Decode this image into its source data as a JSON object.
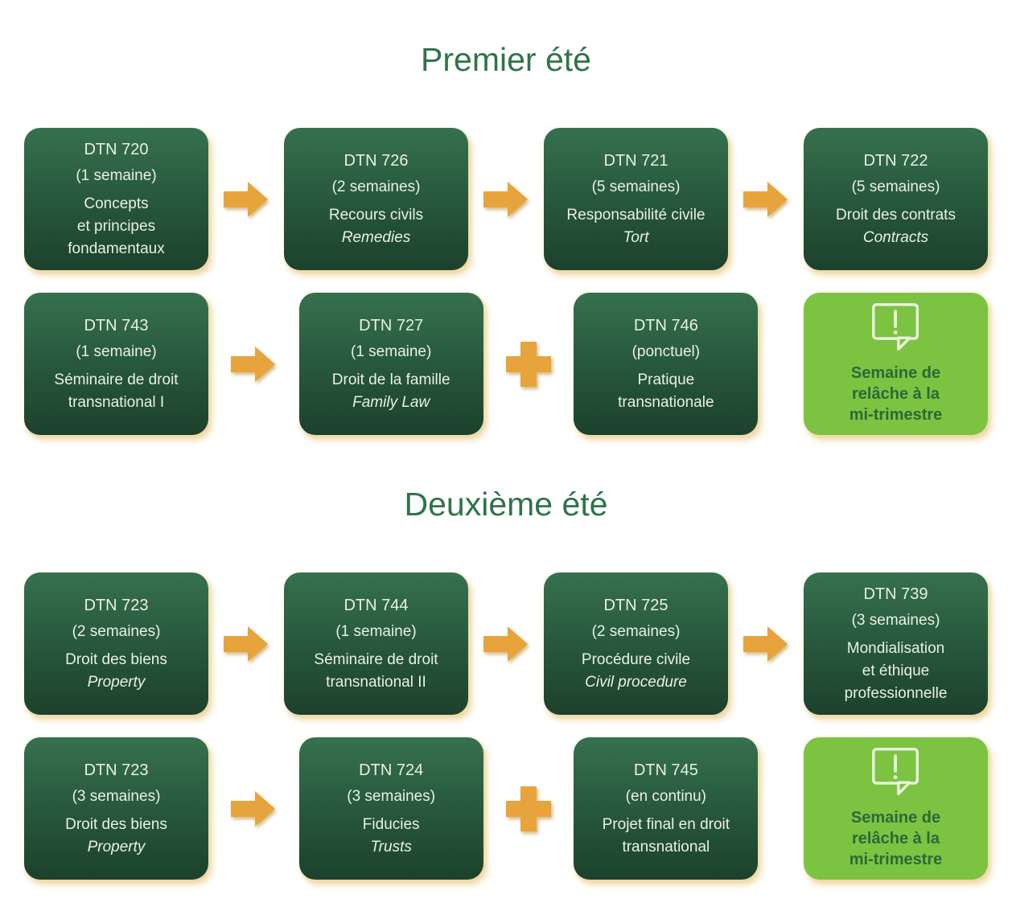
{
  "colors": {
    "title_green": "#2E7448",
    "box_grad_top": "#36714E",
    "box_grad_mid": "#27573C",
    "box_grad_bottom": "#1C412C",
    "box_text": "#E9F0E4",
    "accent": "#E7A43C",
    "break_bg": "#7CC342",
    "break_text": "#2B6939",
    "icon_stroke": "#EAF4DF",
    "shadow": "#EFD9A6"
  },
  "icons": {
    "connector_arrow": "arrow-right",
    "connector_plus": "plus",
    "break_alert": "exclamation-speech-bubble"
  },
  "sections": [
    {
      "title": "Premier été",
      "rows": [
        {
          "connectors": [
            "arrow",
            "arrow",
            "arrow"
          ],
          "cells": [
            {
              "type": "course",
              "code": "DTN 720",
              "duration": "(1 semaine)",
              "line1": "Concepts",
              "line2": "et principes",
              "line3": "fondamentaux"
            },
            {
              "type": "course",
              "code": "DTN 726",
              "duration": "(2 semaines)",
              "line1": "Recours civils",
              "italic": "Remedies"
            },
            {
              "type": "course",
              "code": "DTN 721",
              "duration": "(5 semaines)",
              "line1": "Responsabilité civile",
              "italic": "Tort"
            },
            {
              "type": "course",
              "code": "DTN 722",
              "duration": "(5 semaines)",
              "line1": "Droit des contrats",
              "italic": "Contracts"
            }
          ]
        },
        {
          "connectors": [
            "arrow",
            "plus",
            "none"
          ],
          "cells": [
            {
              "type": "course",
              "code": "DTN 743",
              "duration": "(1 semaine)",
              "line1": "Séminaire de droit",
              "line2": "transnational I"
            },
            {
              "type": "course",
              "code": "DTN 727",
              "duration": "(1 semaine)",
              "line1": "Droit de la famille",
              "italic": "Family Law"
            },
            {
              "type": "course",
              "code": "DTN 746",
              "duration": "(ponctuel)",
              "line1": "Pratique",
              "line2": "transnationale"
            },
            {
              "type": "break",
              "line1": "Semaine de",
              "line2": "relâche à la",
              "line3": "mi-trimestre"
            }
          ]
        }
      ]
    },
    {
      "title": "Deuxième été",
      "rows": [
        {
          "connectors": [
            "arrow",
            "arrow",
            "arrow"
          ],
          "cells": [
            {
              "type": "course",
              "code": "DTN 723",
              "duration": "(2 semaines)",
              "line1": "Droit des biens",
              "italic": "Property"
            },
            {
              "type": "course",
              "code": "DTN 744",
              "duration": "(1 semaine)",
              "line1": "Séminaire de droit",
              "line2": "transnational II"
            },
            {
              "type": "course",
              "code": "DTN 725",
              "duration": "(2 semaines)",
              "line1": "Procédure civile",
              "italic": "Civil procedure"
            },
            {
              "type": "course",
              "code": "DTN 739",
              "duration": "(3 semaines)",
              "line1": "Mondialisation",
              "line2": "et éthique",
              "line3": "professionnelle"
            }
          ]
        },
        {
          "connectors": [
            "arrow",
            "plus",
            "none"
          ],
          "cells": [
            {
              "type": "course",
              "code": "DTN 723",
              "duration": "(3 semaines)",
              "line1": "Droit des biens",
              "italic": "Property"
            },
            {
              "type": "course",
              "code": "DTN 724",
              "duration": "(3 semaines)",
              "line1": "Fiducies",
              "italic": "Trusts"
            },
            {
              "type": "course",
              "code": "DTN 745",
              "duration": "(en continu)",
              "line1": "Projet final en droit",
              "line2": "transnational"
            },
            {
              "type": "break",
              "line1": "Semaine de",
              "line2": "relâche à la",
              "line3": "mi-trimestre"
            }
          ]
        }
      ]
    }
  ]
}
